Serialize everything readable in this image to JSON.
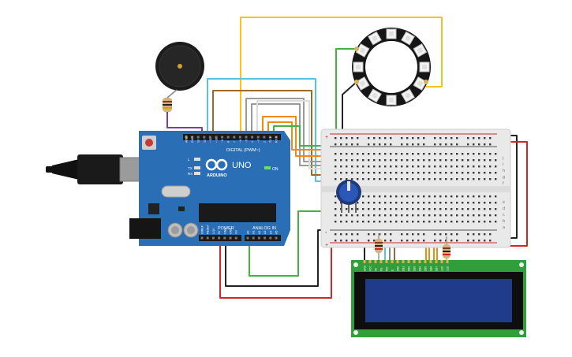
{
  "arduino": {
    "brand": "ARDUINO",
    "model": "UNO",
    "digital_label": "DIGITAL (PWM~)",
    "power_label": "POWER",
    "analog_label": "ANALOG IN",
    "on_label": "ON",
    "led_labels": [
      "L",
      "TX",
      "RX"
    ],
    "digital_pins": [
      "AREF",
      "GND",
      "13",
      "12",
      "~11",
      "~10",
      "~9",
      "8",
      "7",
      "~6",
      "~5",
      "4",
      "~3",
      "2",
      "TX 1",
      "RX 0"
    ],
    "power_pins": [
      "IOREF",
      "RESET",
      "3.3V",
      "5V",
      "GND",
      "GND",
      "Vin"
    ],
    "analog_pins": [
      "A0",
      "A1",
      "A2",
      "A3",
      "A4",
      "A5"
    ]
  },
  "breadboard": {
    "row_letters_right": [
      "a",
      "b",
      "c",
      "d",
      "e",
      "f",
      "g",
      "h",
      "i",
      "j"
    ],
    "rail_plus": "+",
    "rail_minus": "-"
  },
  "lcd": {
    "pin_labels": [
      "GND",
      "VCC",
      "V0",
      "RS",
      "RW",
      "E",
      "DB0",
      "DB1",
      "DB2",
      "DB3",
      "DB4",
      "DB5",
      "DB6",
      "DB7",
      "LED",
      "LED"
    ]
  },
  "colors": {
    "board": "#2a6fb5",
    "breadboard": "#e9e9e9",
    "lcd_pcb": "#2f9e3b",
    "lcd_screen": "#1f3b8a",
    "wire_yellow": "#f4c31f",
    "wire_green": "#3fb43f",
    "wire_cyan": "#59c3df",
    "wire_brown": "#9a6a2f",
    "wire_orange": "#f08a15",
    "wire_purple": "#7a3f9e",
    "wire_red": "#d42525",
    "wire_black": "#222222",
    "wire_gray": "#9a9a9a",
    "wire_white": "#f2f2f2"
  }
}
